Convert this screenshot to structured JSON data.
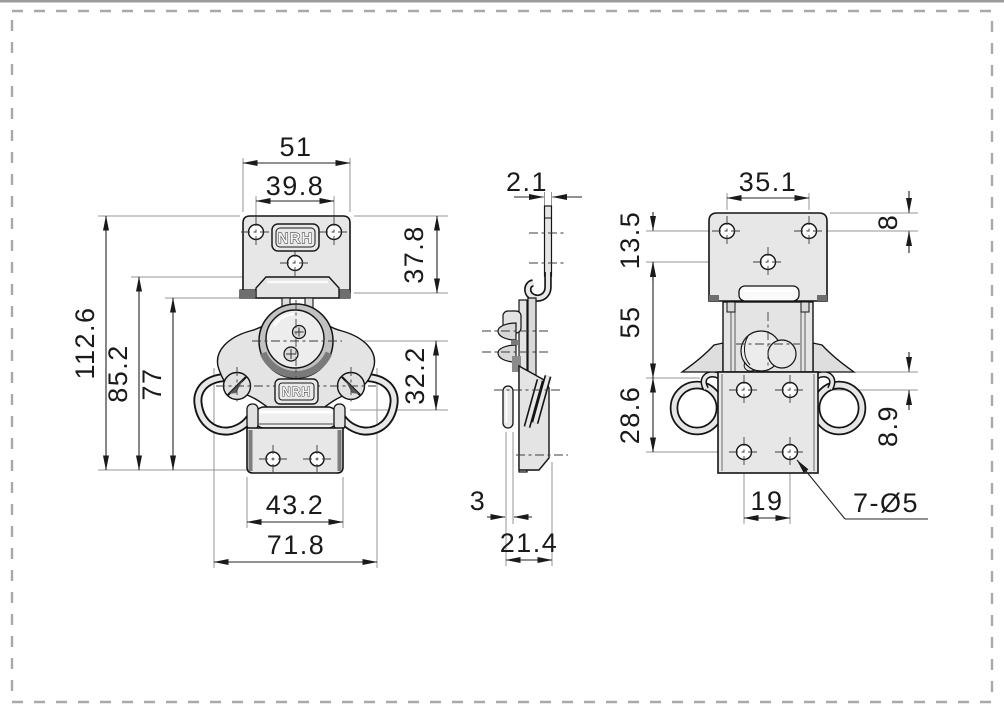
{
  "drawing": {
    "brand": "NRH",
    "front": {
      "dim_51": "51",
      "dim_39_8": "39.8",
      "dim_37_8": "37.8",
      "dim_112_6": "112.6",
      "dim_85_2": "85.2",
      "dim_77": "77",
      "dim_32_2": "32.2",
      "dim_43_2": "43.2",
      "dim_71_8": "71.8"
    },
    "side": {
      "dim_2_1": "2.1",
      "dim_3": "3",
      "dim_21_4": "21.4"
    },
    "rear": {
      "dim_35_1": "35.1",
      "dim_8": "8",
      "dim_13_5": "13.5",
      "dim_55": "55",
      "dim_28_6": "28.6",
      "dim_8_9": "8.9",
      "dim_19": "19",
      "holes_note": "7-Ø5"
    }
  }
}
